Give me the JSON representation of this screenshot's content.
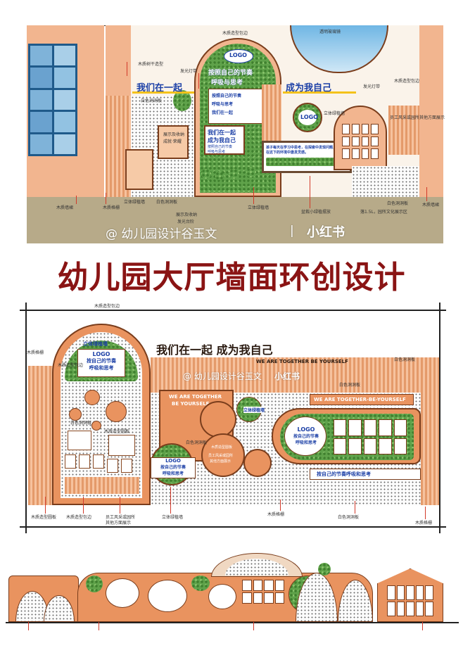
{
  "headline": "幼儿园大厅墙面环创设计",
  "watermark": {
    "account": "@ 幼儿园设计谷玉文",
    "divider": "|",
    "brand": "小红书"
  },
  "drawing1": {
    "title_left": "我们在一起",
    "title_right": "成为我自己",
    "arch_logo": "LOGO",
    "arch_slogan_1": "按照自己的节奏",
    "arch_slogan_2": "呼吸与思考",
    "arch_small_1": "按照自己的节奏",
    "arch_small_2": "呼吸与思考",
    "arch_small_3": "我们在一起",
    "board_title_1": "我们在一起",
    "board_title_2": "成为我自己",
    "board_small_1": "按照自己的节奏",
    "board_small_2": "呼吸与思考",
    "circle_logo": "LOGO",
    "window_text_1": "孩子每天在学习中思考，在探索中发现问题，",
    "window_text_2": "在这下的环境中激发灵感。",
    "labels": {
      "top_wood_edge": "木质造型包边",
      "transparent_glass": "透明玻璃镜",
      "wood_trunk": "木质树干造型",
      "glow_strip": "发光灯带",
      "glow_strip_2": "发光灯带",
      "wood_edge_right": "木质造型包边",
      "white_hole": "白色洞洞板",
      "display_area": "展示及收纳",
      "achievement": "成就·荣耀",
      "vertical_green": "立体绿植墙",
      "staff_display": "员工风采或园所其他方面展示",
      "wood_wall": "木质墙裙",
      "wood_grid": "木质格栅",
      "vertical_green_2": "立体绿植墙",
      "white_hole_2": "白色洞洞板",
      "display_2": "展示及收纳",
      "stairs": "发光台阶",
      "vertical_green_3": "立体绿植墙",
      "small_green": "盆栽小绿植摆放",
      "white_hole_3": "白色洞洞板",
      "floor_note": "落1.5L，园所文化展示区",
      "wood_wall_2": "木质墙裙"
    }
  },
  "drawing2": {
    "title": "我们在一起  成为我自己",
    "english_top": "WE ARE TOGETHER  BE YOURSELF",
    "english_left_1": "WE ARE TOGETHER",
    "english_left_2": "BE YOURSELF",
    "english_right": "WE ARE TOGETHER-BE-YOURSELF",
    "arch_label": "立体绿植墙",
    "logo_a": "LOGO",
    "logo_a_line1": "按自己的节奏",
    "logo_a_line2": "呼吸和思考",
    "logo_b": "LOGO",
    "logo_b_line1": "按自己的节奏",
    "logo_b_line2": "呼吸和思考",
    "logo_c": "LOGO",
    "logo_c_line1": "按自己的节奏",
    "logo_c_line2": "呼吸和思考",
    "green_circle_label": "立体绿植墙",
    "bottom_banner": "按自己的节奏呼吸和思考",
    "center_note_1": "木质造型圆板",
    "center_note_2": "员工风采或园所",
    "center_note_3": "其他方面展示",
    "labels": {
      "top_edge": "木质造型包边",
      "left_grid": "木质格栅",
      "arch_wood": "木质造型包边",
      "white_hole_tr": "白色洞洞板",
      "white_hole_mid": "白色洞洞板",
      "white_hole_left": "白色洞洞板",
      "wood_panel": "木质造型圆板",
      "white_hole_c": "白色洞洞板",
      "bottom_left": "木质造型圆板",
      "bottom_edge": "木质造型包边",
      "staff_1": "员工风采或园所",
      "staff_2": "其他方面展示",
      "green_bottom": "立体绿植墙",
      "wood_grid_bottom": "木质格栅",
      "white_bottom": "白色洞洞板",
      "wood_grid_right": "木质格栅"
    }
  },
  "colors": {
    "wall_orange": "#f2b58f",
    "slat_orange": "#e49a6a",
    "green_wall": "#5fa24a",
    "title_blue": "#1b3fa6",
    "headline_red": "#8a1414",
    "frame_brown": "#7a3d1c",
    "label_line": "#d23a2a"
  }
}
